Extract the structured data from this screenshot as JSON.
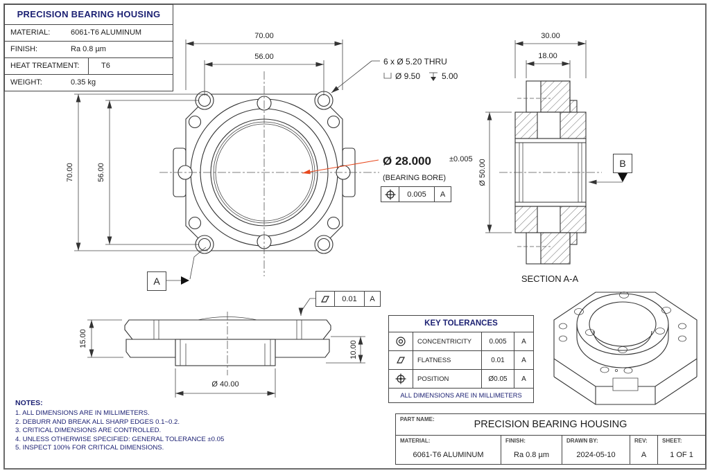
{
  "spec_table": {
    "title": "PRECISION BEARING HOUSING",
    "rows": [
      {
        "label": "MATERIAL:",
        "value": "6061-T6 ALUMINUM"
      },
      {
        "label": "FINISH:",
        "value": "Ra 0.8 µm"
      },
      {
        "label": "HEAT TREATMENT:",
        "value": "T6"
      },
      {
        "label": "WEIGHT:",
        "value": "0.35 kg"
      }
    ]
  },
  "front_view": {
    "dim_width_outer": "70.00",
    "dim_width_inner": "56.00",
    "dim_height_outer": "70.00",
    "dim_height_inner": "56.00",
    "hole_callout_line1": "6 x Ø 5.20 THRU",
    "hole_callout_cbore": "Ø 9.50",
    "hole_callout_depth": "5.00",
    "bore_dim": "Ø 28.000",
    "bore_tol": "±0.005",
    "bore_label": "(BEARING BORE)",
    "bore_fcf": {
      "value": "0.005",
      "datum": "A"
    },
    "datum_a": "A"
  },
  "section_view": {
    "dim_width": "30.00",
    "dim_inner": "18.00",
    "dim_dia": "Ø 50.00",
    "label": "SECTION A-A",
    "datum_b": "B"
  },
  "bottom_view": {
    "dim_height": "15.00",
    "dim_boss_height": "10.00",
    "dim_boss_dia": "Ø 40.00",
    "flatness_fcf": {
      "value": "0.01",
      "datum": "A"
    }
  },
  "key_tolerances": {
    "title": "KEY TOLERANCES",
    "rows": [
      {
        "name": "CONCENTRICITY",
        "value": "0.005",
        "datum": "A"
      },
      {
        "name": "FLATNESS",
        "value": "0.01",
        "datum": "A"
      },
      {
        "name": "POSITION",
        "value": "Ø0.05",
        "datum": "A"
      }
    ],
    "footer": "ALL DIMENSIONS ARE IN MILLIMETERS"
  },
  "notes": {
    "title": "NOTES:",
    "items": [
      "1. ALL DIMENSIONS ARE IN MILLIMETERS.",
      "2. DEBURR AND BREAK ALL SHARP EDGES 0.1~0.2.",
      "3. CRITICAL DIMENSIONS ARE CONTROLLED.",
      "4. UNLESS OTHERWISE SPECIFIED: GENERAL TOLERANCE ±0.05",
      "5. INSPECT 100% FOR CRITICAL DIMENSIONS."
    ]
  },
  "title_block": {
    "part_name_label": "PART NAME:",
    "part_name": "PRECISION BEARING HOUSING",
    "cells": [
      {
        "label": "MATERIAL:",
        "value": "6061-T6 ALUMINUM"
      },
      {
        "label": "FINISH:",
        "value": "Ra 0.8 µm"
      },
      {
        "label": "DRAWN BY:",
        "value": "2024-05-10"
      },
      {
        "label": "REV:",
        "value": "A"
      },
      {
        "label": "SHEET:",
        "value": "1 OF 1"
      }
    ]
  }
}
